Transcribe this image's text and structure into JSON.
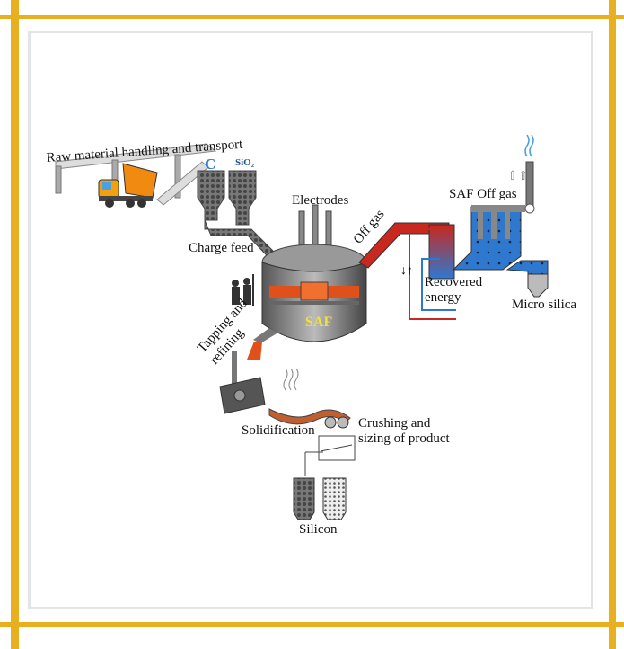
{
  "diagram": {
    "labels": {
      "raw_material": "Raw material handling and transport",
      "carbon": "C",
      "silica": "SiO₂",
      "charge_feed": "Charge feed",
      "electrodes": "Electrodes",
      "off_gas": "Off gas",
      "saf_off_gas": "SAF Off gas",
      "recovered_energy_1": "Recovered",
      "recovered_energy_2": "energy",
      "micro_silica": "Micro silica",
      "saf": "SAF",
      "tapping_1": "Tapping and",
      "tapping_2": "refining",
      "solidification": "Solidification",
      "crushing_1": "Crushing and",
      "crushing_2": "sizing of product",
      "silicon": "Silicon"
    },
    "colors": {
      "frame": "#e8b020",
      "hot": "#c8281e",
      "gas": "#2f78d0",
      "melt": "#e0501a"
    }
  }
}
